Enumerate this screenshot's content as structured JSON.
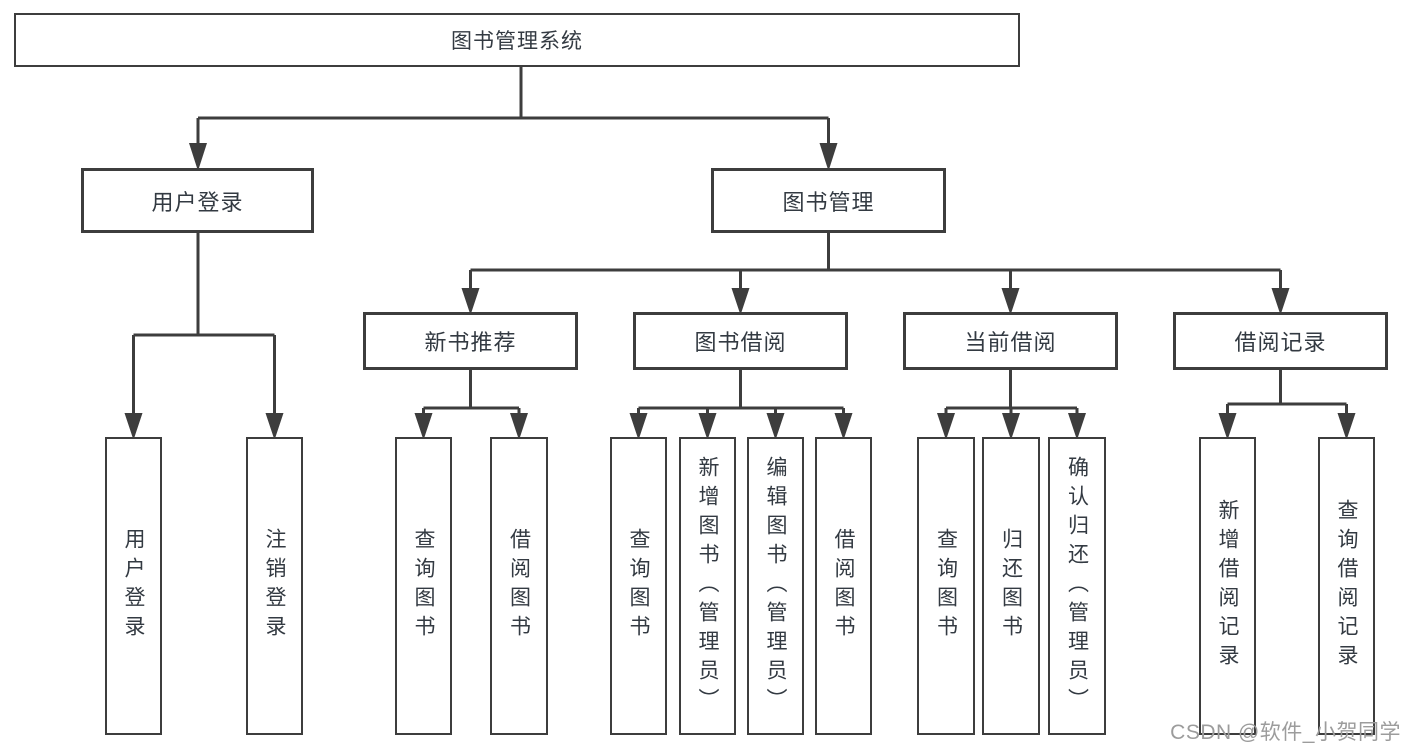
{
  "diagram": {
    "title": "图书管理系统",
    "nodes": {
      "root": "图书管理系统",
      "user_login": "用户登录",
      "book_mgmt": "图书管理",
      "new_books": "新书推荐",
      "book_borrow": "图书借阅",
      "current_borrow": "当前借阅",
      "borrow_records": "借阅记录",
      "leaf_user_login": "用户登录",
      "leaf_logout": "注销登录",
      "leaf_nb_query_books": "查询图书",
      "leaf_nb_borrow_books": "借阅图书",
      "leaf_bb_query_books": "查询图书",
      "leaf_bb_add_books": "新增图书（管理员）",
      "leaf_bb_edit_books": "编辑图书（管理员）",
      "leaf_bb_borrow_books": "借阅图书",
      "leaf_cb_query_books": "查询图书",
      "leaf_cb_return_books": "归还图书",
      "leaf_cb_confirm_return": "确认归还（管理员）",
      "leaf_br_add_record": "新增借阅记录",
      "leaf_br_query_record": "查询借阅记录"
    },
    "line_color": "#3d3d3d",
    "text_color": "#333a42",
    "watermark": "CSDN @软件_小贺同学"
  }
}
